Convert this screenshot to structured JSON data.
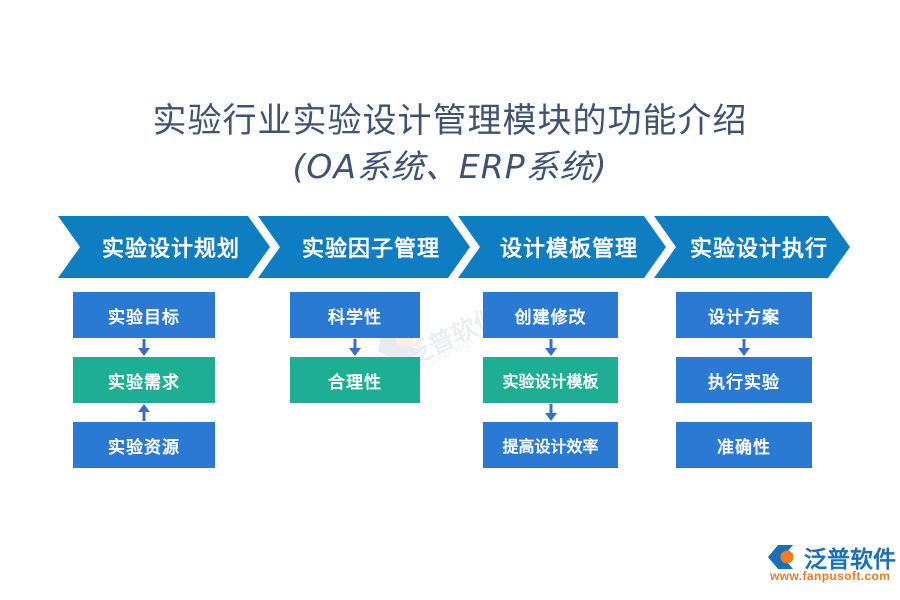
{
  "title": {
    "line1": "实验行业实验设计管理模块的功能介绍",
    "line2": "(OA系统、ERP系统)",
    "color": "#3f5272"
  },
  "colors": {
    "chevron_blue": "#0f7dc2",
    "box_blue": "#2a7ad4",
    "box_teal": "#1dae93",
    "arrow_blue": "#3a6fc4",
    "background": "#ffffff",
    "logo_blue": "#1b6fb5",
    "logo_orange": "#ef7b22"
  },
  "stages": [
    {
      "label": "实验设计规划"
    },
    {
      "label": "实验因子管理"
    },
    {
      "label": "设计模板管理"
    },
    {
      "label": "实验设计执行"
    }
  ],
  "columns": [
    {
      "stage": "实验设计规划",
      "boxes": [
        {
          "label": "实验目标",
          "color": "blue"
        },
        {
          "label": "实验需求",
          "color": "teal"
        },
        {
          "label": "实验资源",
          "color": "blue"
        }
      ],
      "connectors": [
        {
          "from": 0,
          "to": 1,
          "direction": "down"
        },
        {
          "from": 2,
          "to": 1,
          "direction": "up"
        }
      ]
    },
    {
      "stage": "实验因子管理",
      "boxes": [
        {
          "label": "科学性",
          "color": "blue"
        },
        {
          "label": "合理性",
          "color": "teal"
        }
      ],
      "connectors": [
        {
          "from": 0,
          "to": 1,
          "direction": "down"
        }
      ]
    },
    {
      "stage": "设计模板管理",
      "boxes": [
        {
          "label": "创建修改",
          "color": "blue"
        },
        {
          "label": "实验设计模板",
          "color": "teal"
        },
        {
          "label": "提高设计效率",
          "color": "blue"
        }
      ],
      "connectors": [
        {
          "from": 0,
          "to": 1,
          "direction": "down"
        },
        {
          "from": 1,
          "to": 2,
          "direction": "down"
        }
      ]
    },
    {
      "stage": "实验设计执行",
      "boxes": [
        {
          "label": "设计方案",
          "color": "blue"
        },
        {
          "label": "执行实验",
          "color": "blue"
        },
        {
          "label": "准确性",
          "color": "blue"
        }
      ],
      "connectors": [
        {
          "from": 0,
          "to": 1,
          "direction": "down"
        }
      ]
    }
  ],
  "watermark": {
    "text": "泛普软件",
    "subtext": "FANPU SOFTWARE"
  },
  "logo": {
    "text": "泛普软件",
    "url": "www.fanpusoft.com"
  }
}
